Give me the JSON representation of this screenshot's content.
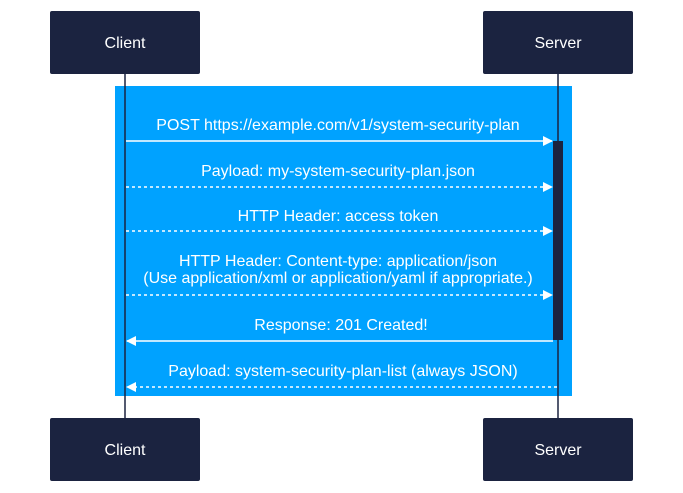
{
  "colors": {
    "actor_fill": "#1b2340",
    "frame_fill": "#00a2ff",
    "message_stroke": "#ffffff",
    "lifeline": "#1b2340"
  },
  "participants": {
    "client": "Client",
    "server": "Server"
  },
  "messages": [
    {
      "from": "client",
      "to": "server",
      "style": "solid",
      "lines": [
        "POST https://example.com/v1/system-security-plan"
      ]
    },
    {
      "from": "client",
      "to": "server",
      "style": "dashed",
      "lines": [
        "Payload: my-system-security-plan.json"
      ]
    },
    {
      "from": "client",
      "to": "server",
      "style": "dashed",
      "lines": [
        "HTTP Header: access token"
      ]
    },
    {
      "from": "client",
      "to": "server",
      "style": "dashed",
      "lines": [
        "HTTP Header: Content-type: application/json",
        "(Use application/xml or application/yaml if appropriate.)"
      ]
    },
    {
      "from": "server",
      "to": "client",
      "style": "solid",
      "lines": [
        "Response: 201 Created!"
      ]
    },
    {
      "from": "server",
      "to": "client",
      "style": "dashed",
      "lines": [
        "Payload: system-security-plan-list (always JSON)"
      ]
    }
  ]
}
